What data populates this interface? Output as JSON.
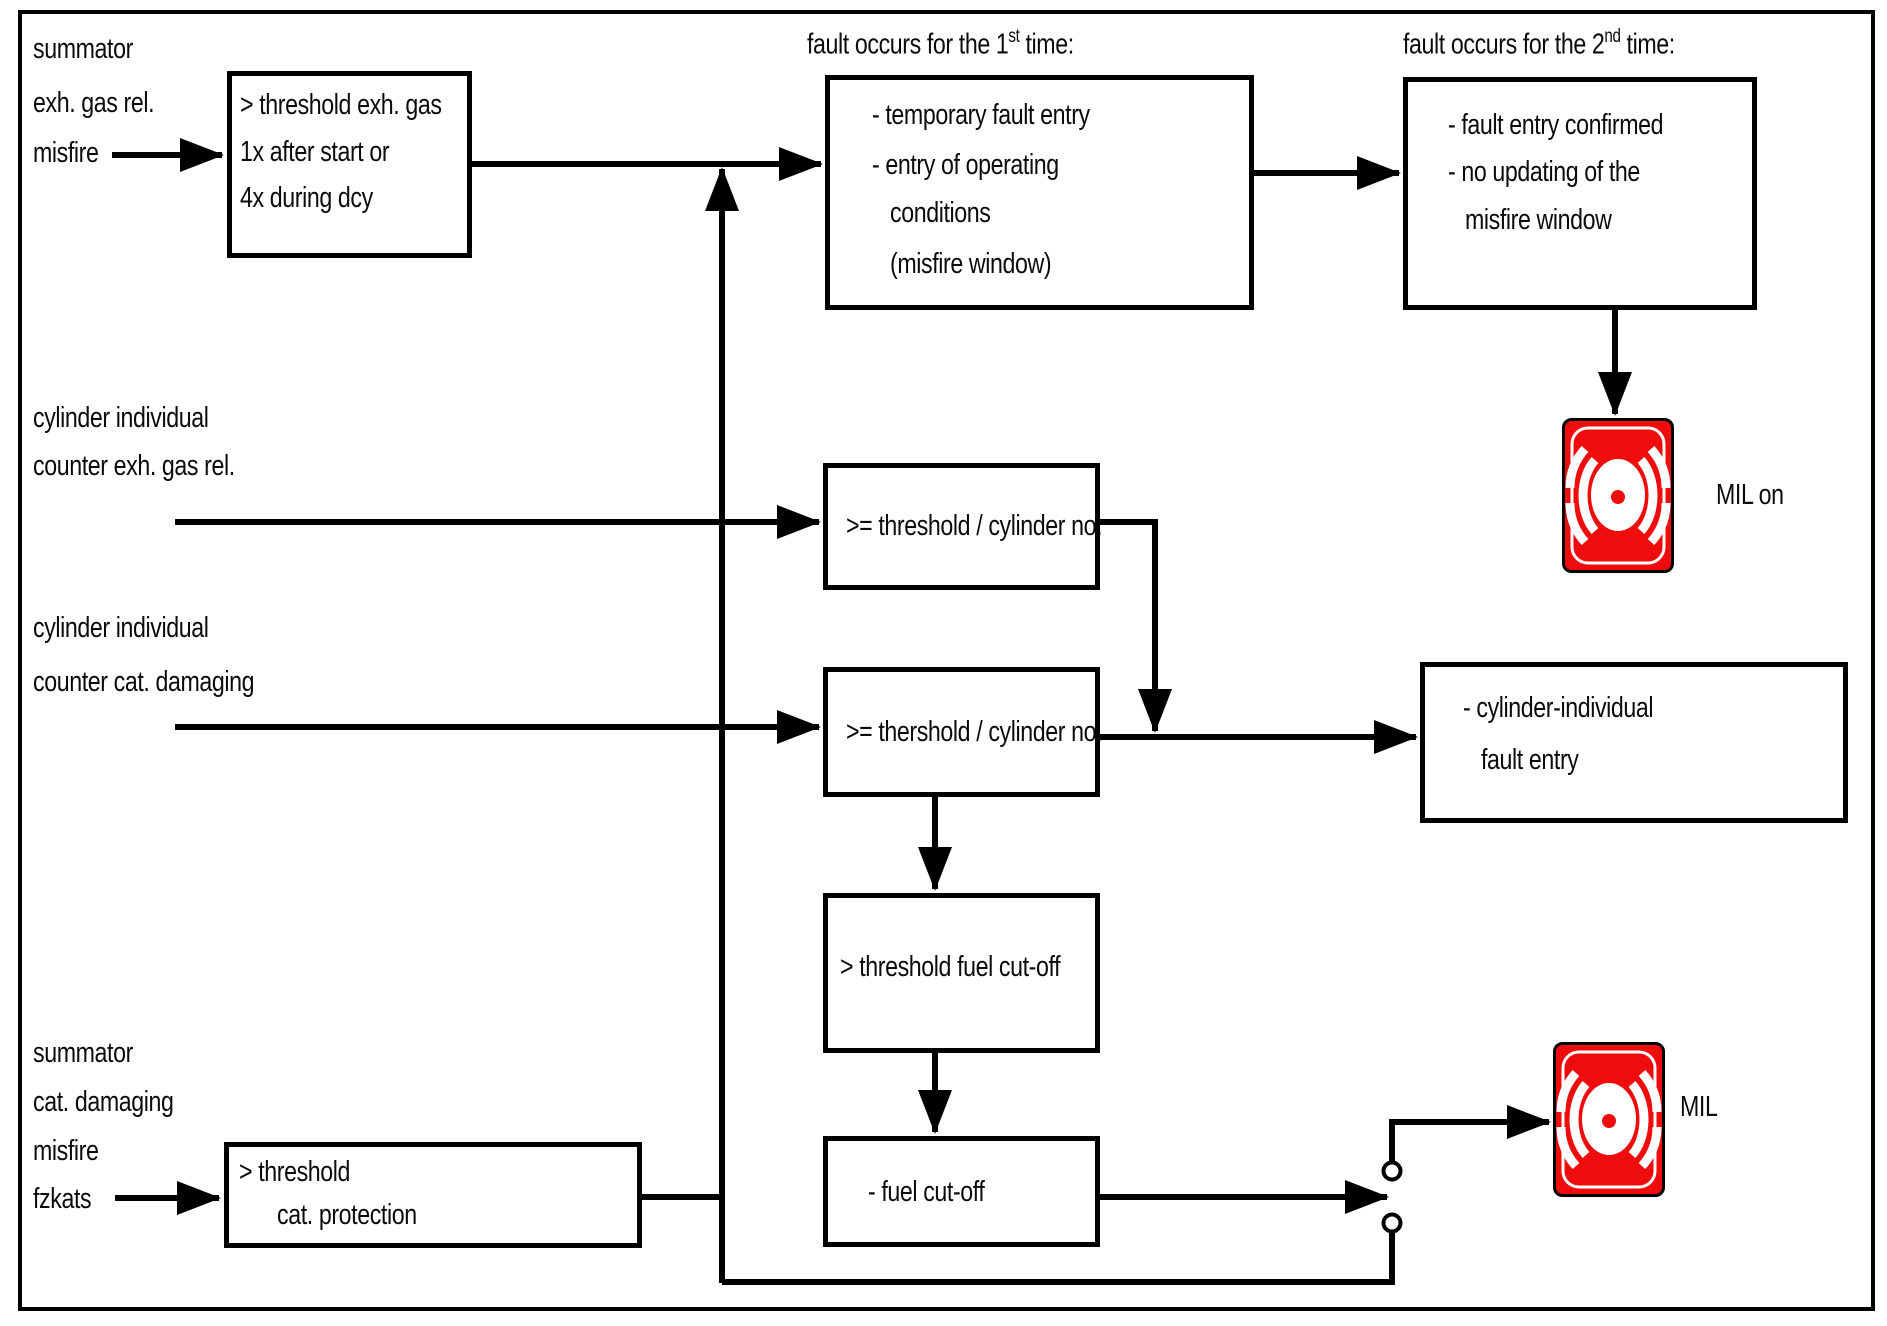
{
  "colors": {
    "line": "#000000",
    "mil_red": "#ee0c0c"
  },
  "headers": {
    "first": {
      "prefix": "fault occurs for the 1",
      "sup": "st",
      "suffix": " time:"
    },
    "second": {
      "prefix": "fault occurs for the 2",
      "sup": "nd",
      "suffix": " time:"
    }
  },
  "inputs": {
    "summator_exh": {
      "line1": "summator",
      "line2": "exh. gas rel.",
      "line3": "misfire"
    },
    "counter_exh": {
      "line1": "cylinder individual",
      "line2": "counter exh. gas rel."
    },
    "counter_cat": {
      "line1": "cylinder individual",
      "line2": "counter cat. damaging"
    },
    "summator_cat": {
      "line1": "summator",
      "line2": "cat. damaging",
      "line3": "misfire",
      "line4": "fzkats"
    }
  },
  "boxes": {
    "threshold_exh_gas": {
      "line1": "> threshold exh. gas",
      "line2": "1x after start or",
      "line3": "4x during dcy"
    },
    "temporary_fault_entry": {
      "line1": "- temporary fault entry",
      "line2": "- entry of operating",
      "line3": "conditions",
      "line4": "(misfire window)"
    },
    "fault_entry_confirmed": {
      "line1": "- fault entry confirmed",
      "line2": "- no updating of the",
      "line3": "misfire window"
    },
    "threshold_cylinder_exh": {
      "line1": ">= threshold / cylinder no."
    },
    "threshold_cylinder_cat": {
      "line1": ">= thershold / cylinder no."
    },
    "cylinder_individual_fault_entry": {
      "line1": "- cylinder-individual",
      "line2": "fault entry"
    },
    "threshold_fuel_cutoff": {
      "line1": "> threshold fuel cut-off"
    },
    "fuel_cutoff": {
      "line1": "- fuel cut-off"
    },
    "threshold_cat_protection": {
      "line1": "> threshold",
      "line2": "cat. protection"
    }
  },
  "mil": {
    "top_label": "MIL on",
    "bottom_label": "MIL"
  }
}
